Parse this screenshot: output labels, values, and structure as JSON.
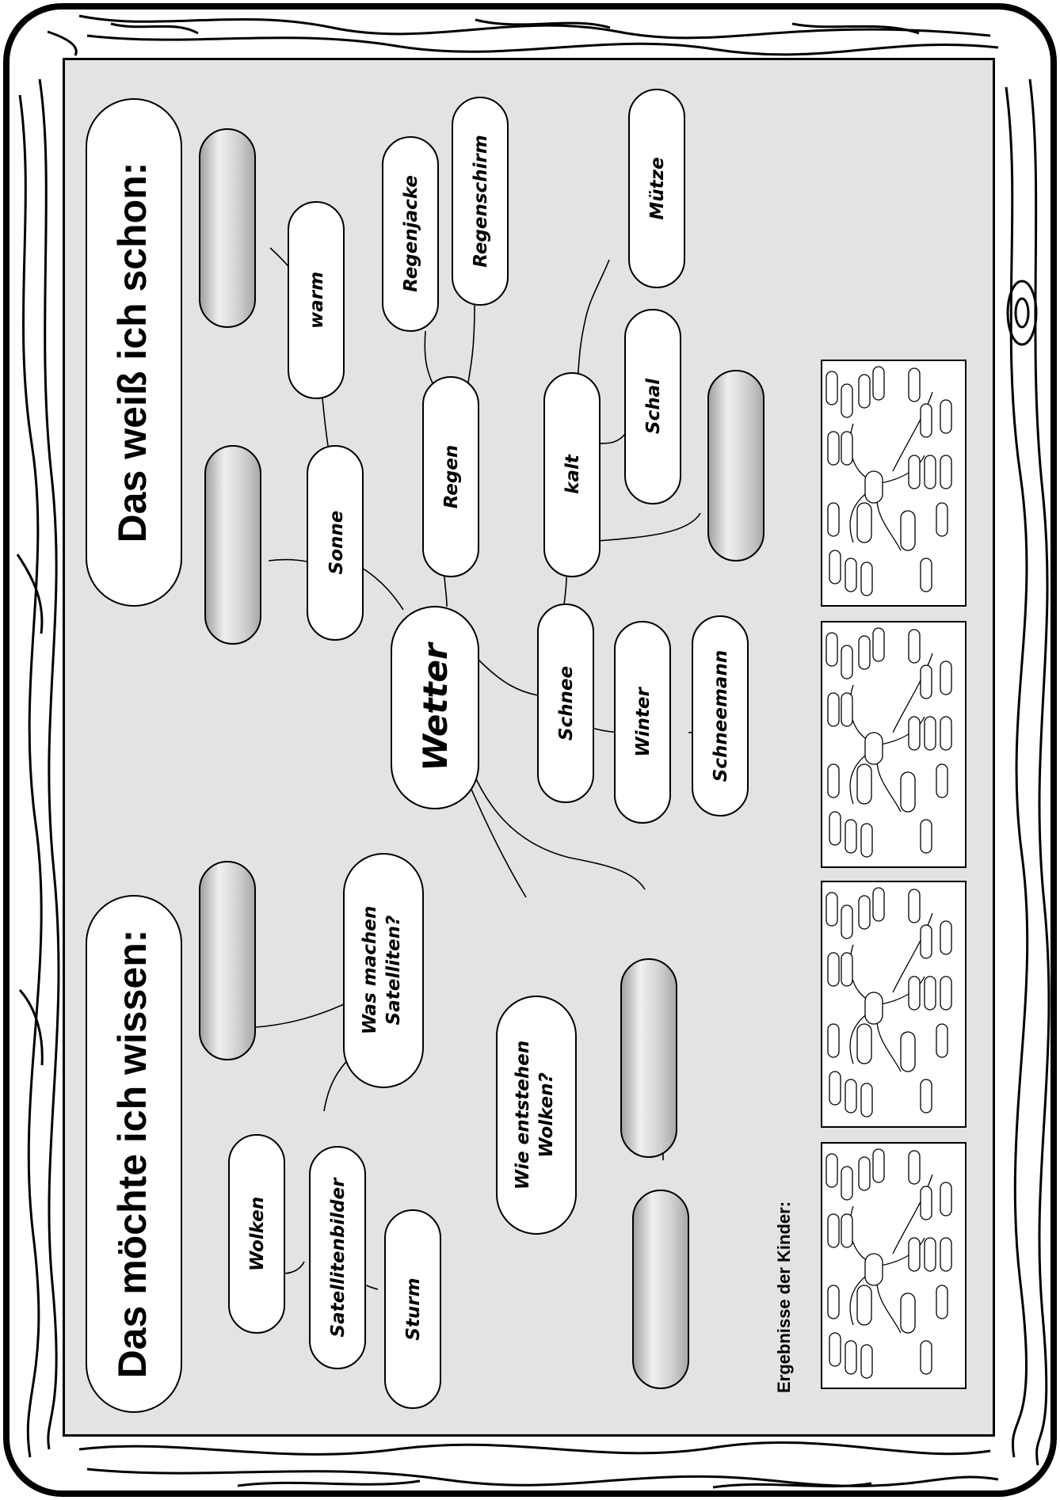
{
  "headings": {
    "known": "Das weiß ich schon:",
    "wanted": "Das möchte ich wissen:"
  },
  "center": "Wetter",
  "known_nodes": {
    "sonne": "Sonne",
    "warm": "warm",
    "regen": "Regen",
    "regenjacke": "Regenjacke",
    "regenschirm": "Regenschirm",
    "kalt": "kalt",
    "schal": "Schal",
    "muetze": "Mütze",
    "schnee": "Schnee",
    "winter": "Winter",
    "schneemann": "Schneemann"
  },
  "wanted_nodes": {
    "satelliten_line1": "Was machen",
    "satelliten_line2": "Satelliten?",
    "wolken_q_line1": "Wie entstehen",
    "wolken_q_line2": "Wolken?",
    "wolken": "Wolken",
    "satellitenbilder": "Satellitenbilder",
    "sturm": "Sturm"
  },
  "results_label": "Ergebnisse der Kinder:",
  "colors": {
    "board": "#e3e3e3",
    "empty_pill": "#bdbdbd",
    "outline": "#000000"
  }
}
